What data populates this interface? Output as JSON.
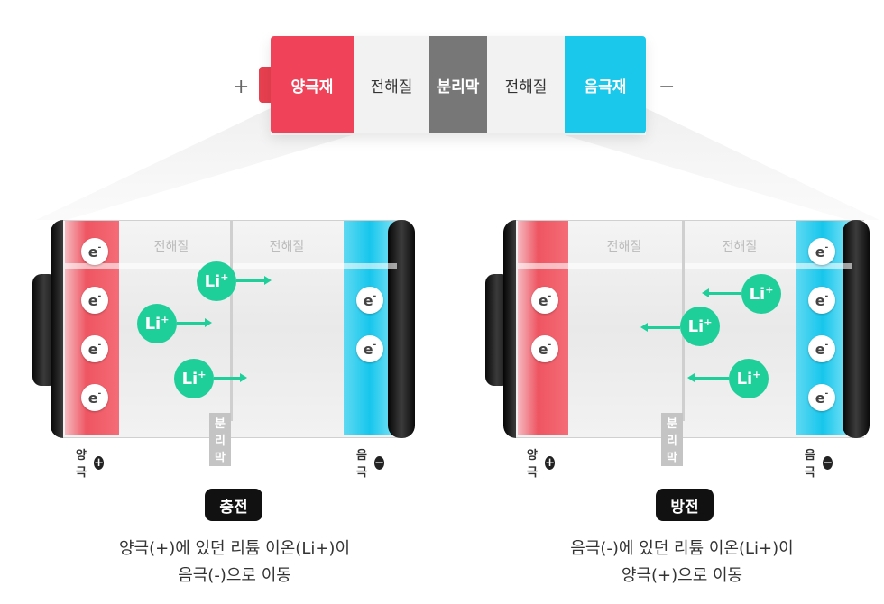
{
  "strip": {
    "plus": "+",
    "minus": "−",
    "cells": [
      {
        "label": "양극재",
        "bg": "#f0435a",
        "fg": "#ffffff"
      },
      {
        "label": "전해질",
        "bg": "#f2f2f2",
        "fg": "#333333"
      },
      {
        "label": "분리막",
        "bg": "#777777",
        "fg": "#ffffff"
      },
      {
        "label": "전해질",
        "bg": "#f2f2f2",
        "fg": "#333333"
      },
      {
        "label": "음극재",
        "bg": "#1ac8ec",
        "fg": "#ffffff"
      }
    ]
  },
  "colors": {
    "cathode": "#f0435a",
    "anode": "#1ac8ec",
    "ion": "#1fcf9a",
    "separator": "#777777"
  },
  "charge": {
    "electrolyte_left": "전해질",
    "electrolyte_right": "전해질",
    "separator": "분리막",
    "cathode_electrons": [
      "e",
      "e",
      "e",
      "e"
    ],
    "anode_electrons": [
      "e",
      "e"
    ],
    "electron_charge": "-",
    "ions": [
      "Li",
      "Li",
      "Li"
    ],
    "ion_charge": "+",
    "positive_label": "양극",
    "negative_label": "음극",
    "positive_icon": "+",
    "negative_icon": "−",
    "title": "충전",
    "caption_line1": "양극(+)에 있던 리튬 이온(Li+)이",
    "caption_line2": "음극(-)으로 이동"
  },
  "discharge": {
    "electrolyte_left": "전해질",
    "electrolyte_right": "전해질",
    "separator": "분리막",
    "cathode_electrons": [
      "e",
      "e"
    ],
    "anode_electrons": [
      "e",
      "e",
      "e",
      "e"
    ],
    "electron_charge": "-",
    "ions": [
      "Li",
      "Li",
      "Li"
    ],
    "ion_charge": "+",
    "positive_label": "양극",
    "negative_label": "음극",
    "positive_icon": "+",
    "negative_icon": "−",
    "title": "방전",
    "caption_line1": "음극(-)에 있던 리튬 이온(Li+)이",
    "caption_line2": "양극(+)으로 이동"
  }
}
